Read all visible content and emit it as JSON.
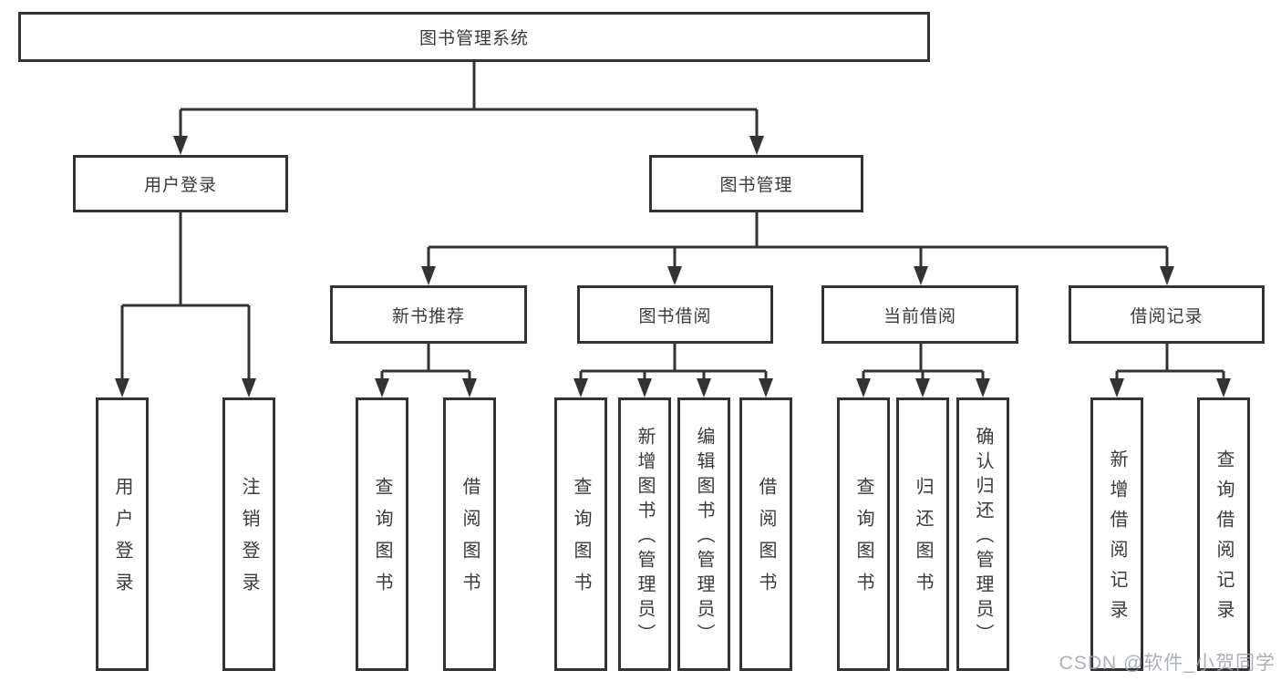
{
  "tree": {
    "root": "图书管理系统",
    "user_login": {
      "label": "用户登录",
      "children": [
        "用户登录",
        "注销登录"
      ]
    },
    "book_mgmt": {
      "label": "图书管理"
    },
    "new_book_rec": {
      "label": "新书推荐",
      "children": [
        "查询图书",
        "借阅图书"
      ]
    },
    "book_borrow": {
      "label": "图书借阅",
      "children": [
        "查询图书",
        "新增图书（管理员）",
        "编辑图书（管理员）",
        "借阅图书"
      ]
    },
    "current_borrow": {
      "label": "当前借阅",
      "children": [
        "查询图书",
        "归还图书",
        "确认归还（管理员）"
      ]
    },
    "borrow_records": {
      "label": "借阅记录",
      "children": [
        "新增借阅记录",
        "查询借阅记录"
      ]
    }
  },
  "watermark": "CSDN @软件_小贺同学",
  "colors": {
    "line": "#333333",
    "text": "#3a3a3a",
    "background": "#ffffff",
    "watermark": "#9ea3ab"
  }
}
